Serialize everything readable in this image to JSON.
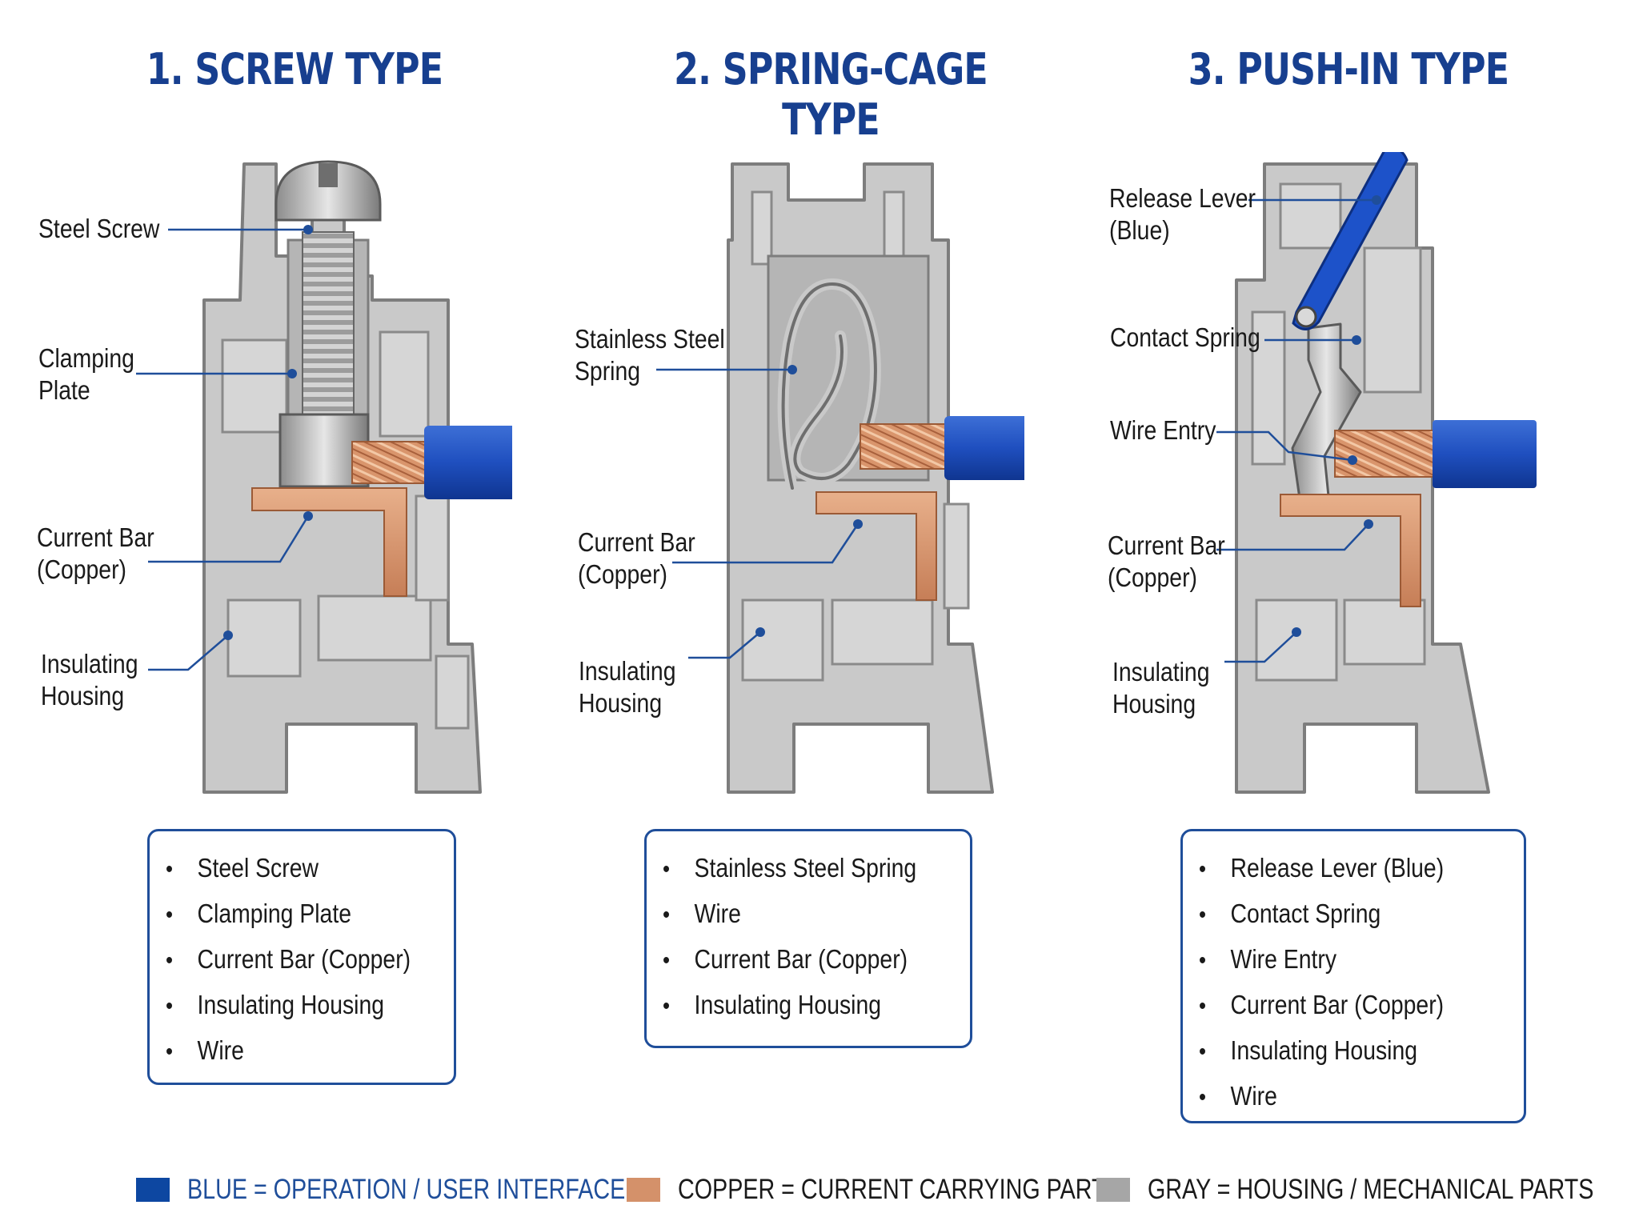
{
  "colors": {
    "title": "#173f8f",
    "operation_blue": "#0d47a1",
    "copper": "#d4916a",
    "housing_gray": "#a6a6a6",
    "leader": "#1f4e9a"
  },
  "panels": [
    {
      "title": "1. SCREW TYPE",
      "callouts": [
        "Steel Screw",
        "Clamping\nPlate",
        "Current Bar\n(Copper)",
        "Insulating\nHousing"
      ],
      "list": [
        "Steel Screw",
        "Clamping Plate",
        "Current Bar (Copper)",
        "Insulating Housing",
        "Wire"
      ]
    },
    {
      "title": "2. SPRING-CAGE TYPE",
      "callouts": [
        "Stainless Steel\nSpring",
        "Current Bar\n(Copper)",
        "Insulating\nHousing"
      ],
      "list": [
        "Stainless Steel Spring",
        "Wire",
        "Current Bar (Copper)",
        "Insulating Housing"
      ]
    },
    {
      "title": "3. PUSH-IN TYPE",
      "callouts": [
        "Release Lever\n(Blue)",
        "Contact Spring",
        "Wire Entry",
        "Current Bar\n(Copper)",
        "Insulating\nHousing"
      ],
      "list": [
        "Release Lever (Blue)",
        "Contact Spring",
        "Wire Entry",
        "Current Bar (Copper)",
        "Insulating Housing",
        "Wire"
      ]
    }
  ],
  "legend": [
    {
      "text": "BLUE = OPERATION / USER INTERFACE",
      "color": "#0d47a1",
      "text_color": "#1f4e9a"
    },
    {
      "text": "COPPER = CURRENT CARRYING PARTS",
      "color": "#d4916a",
      "text_color": "#1a1a1a"
    },
    {
      "text": "GRAY = HOUSING / MECHANICAL PARTS",
      "color": "#a6a6a6",
      "text_color": "#1a1a1a"
    }
  ]
}
